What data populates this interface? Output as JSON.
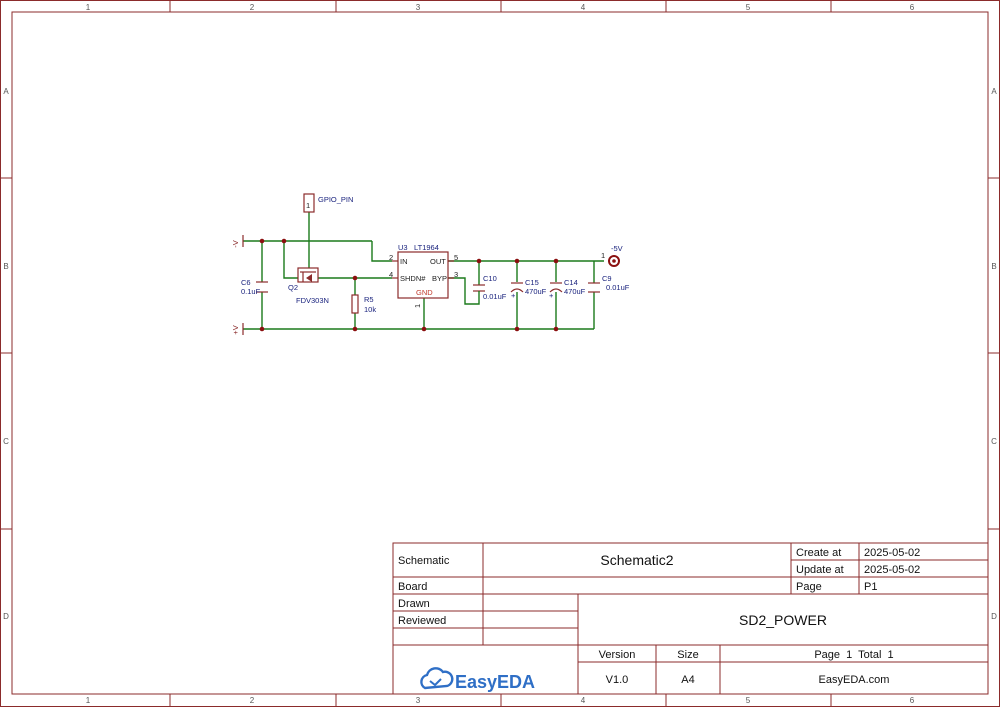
{
  "frame": {
    "columns": [
      "1",
      "2",
      "3",
      "4",
      "5",
      "6"
    ],
    "rows": [
      "A",
      "B",
      "C",
      "D"
    ]
  },
  "nets": {
    "v_neg": "-V",
    "v_pos": "+V",
    "gpio": "GPIO_PIN",
    "out": "-5V"
  },
  "components": {
    "u3": {
      "ref": "U3",
      "value": "LT1964",
      "pin_in": "IN",
      "pin_out": "OUT",
      "pin_shdn": "SHDN#",
      "pin_byp": "BYP",
      "pin_gnd": "GND",
      "num_in": "2",
      "num_shdn": "4",
      "num_out": "5",
      "num_byp": "3",
      "num_gnd": "1"
    },
    "q2": {
      "ref": "Q2",
      "value": "FDV303N"
    },
    "r5": {
      "ref": "R5",
      "value": "10k"
    },
    "c6": {
      "ref": "C6",
      "value": "0.1uF"
    },
    "c10": {
      "ref": "C10",
      "value": "0.01uF"
    },
    "c15": {
      "ref": "C15",
      "value": "470uF",
      "polarity": "+"
    },
    "c14": {
      "ref": "C14",
      "value": "470uF",
      "polarity": "+"
    },
    "c9": {
      "ref": "C9",
      "value": "0.01uF"
    },
    "gpio_pin_num": "1",
    "out_pin_num": "1"
  },
  "title_block": {
    "schematic_label": "Schematic",
    "schematic_name": "Schematic2",
    "board_label": "Board",
    "drawn_label": "Drawn",
    "reviewed_label": "Reviewed",
    "create_label": "Create at",
    "create_date": "2025-05-02",
    "update_label": "Update at",
    "update_date": "2025-05-02",
    "page_label": "Page",
    "page_value": "P1",
    "sheet_title": "SD2_POWER",
    "version_label": "Version",
    "version_value": "V1.0",
    "size_label": "Size",
    "size_value": "A4",
    "page_total": "Page  1  Total  1",
    "website": "EasyEDA.com",
    "logo_text": "EasyEDA"
  },
  "colors": {
    "frame": "#8b2b2b",
    "wire": "#1b7a1b",
    "part": "#8b2b2b",
    "junction": "#8b1010",
    "text": "#1a237e",
    "logo": "#2f6fc6"
  }
}
